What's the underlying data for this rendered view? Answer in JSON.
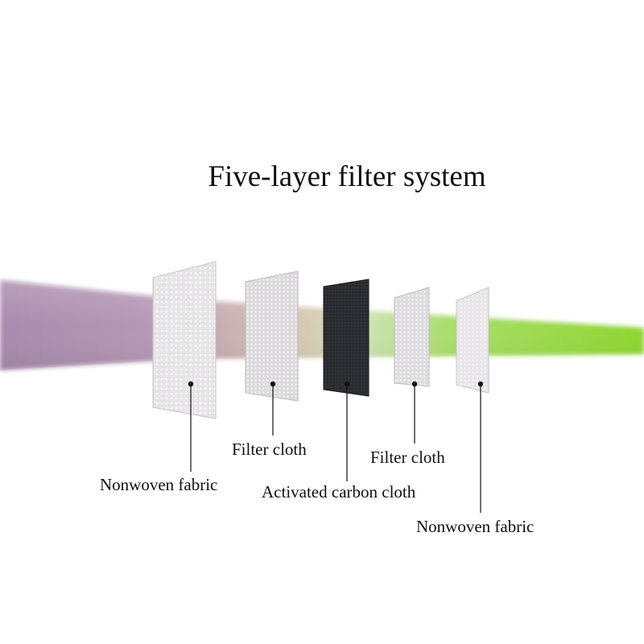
{
  "title": "Five-layer filter system",
  "layers": [
    {
      "label": "Nonwoven fabric",
      "material": "nonwoven",
      "color": "#e6e4e6"
    },
    {
      "label": "Filter cloth",
      "material": "filter-cloth",
      "color": "#dcdadc"
    },
    {
      "label": "Activated carbon cloth",
      "material": "activated-carbon",
      "color": "#2c2e32"
    },
    {
      "label": "Filter cloth",
      "material": "filter-cloth",
      "color": "#dedcde"
    },
    {
      "label": "Nonwoven fabric",
      "material": "nonwoven",
      "color": "#e8e6e8"
    }
  ],
  "airflow": {
    "inlet_color": "#a98bad",
    "outlet_color": "#8ed52e"
  }
}
